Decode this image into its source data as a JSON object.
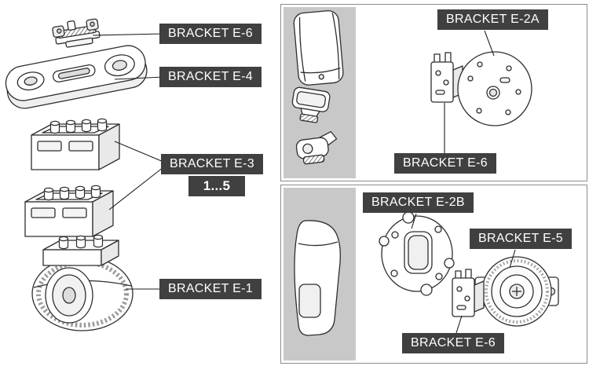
{
  "diagram": {
    "left_section": {
      "labels": {
        "bracket_e6": "BRACKET E-6",
        "bracket_e4": "BRACKET E-4",
        "bracket_e3": "BRACKET E-3",
        "bracket_e3_quantity": "1...5",
        "bracket_e1": "BRACKET E-1"
      }
    },
    "top_right_panel": {
      "labels": {
        "bracket_e2a": "BRACKET E-2A",
        "bracket_e6": "BRACKET E-6"
      }
    },
    "bottom_right_panel": {
      "labels": {
        "bracket_e2b": "BRACKET E-2B",
        "bracket_e5": "BRACKET E-5",
        "bracket_e6": "BRACKET E-6"
      }
    }
  },
  "colors": {
    "label_background": "#404040",
    "label_text": "#ffffff",
    "panel_border": "#8c8c8c",
    "detector_band": "#c8c8c8",
    "line_color": "#1f1f1f"
  }
}
